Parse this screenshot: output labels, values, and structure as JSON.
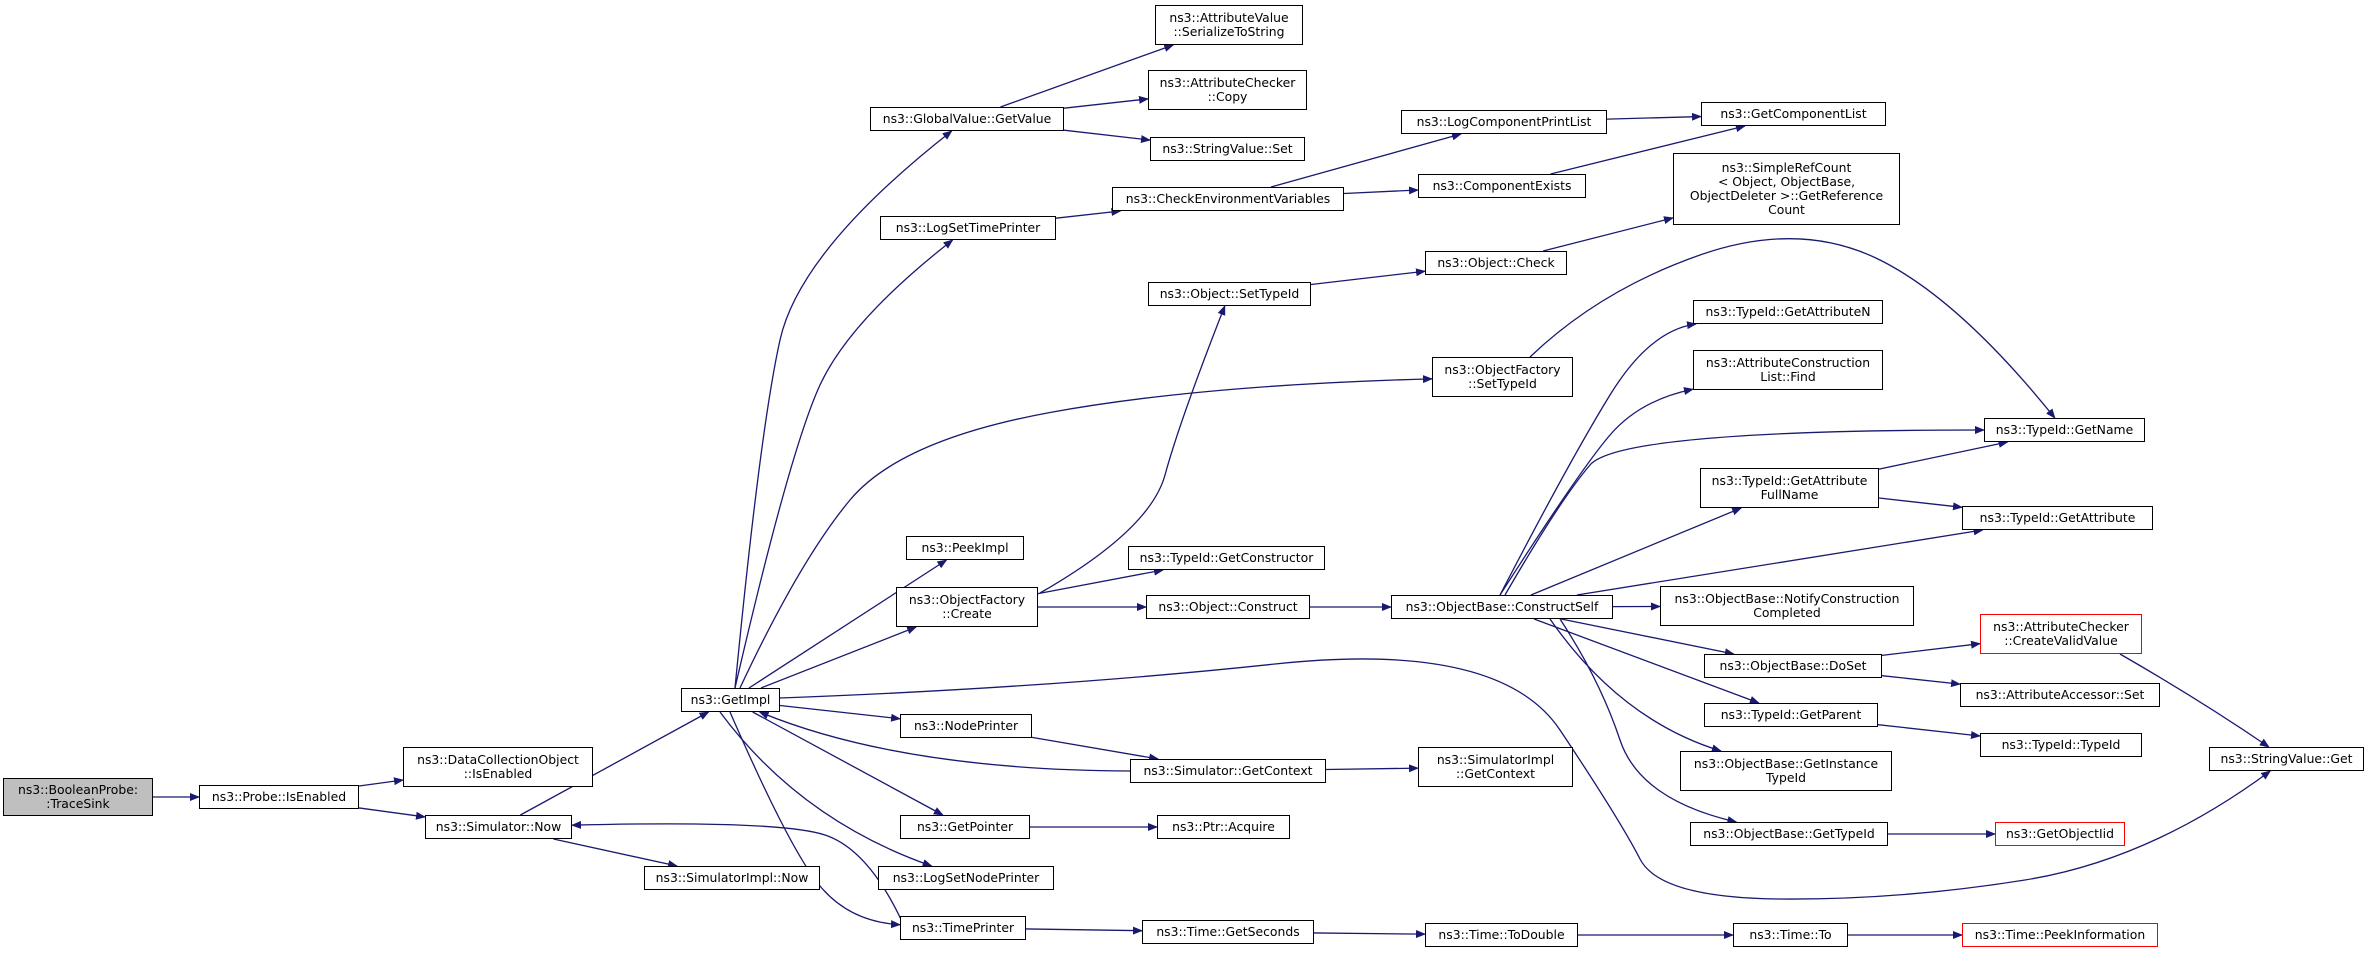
{
  "graph": {
    "nodes": [
      {
        "id": "root",
        "label": "ns3::BooleanProbe:\n:TraceSink",
        "kind": "root"
      },
      {
        "id": "probe_isenabled",
        "label": "ns3::Probe::IsEnabled"
      },
      {
        "id": "dco_isenabled",
        "label": "ns3::DataCollectionObject\n::IsEnabled"
      },
      {
        "id": "sim_now",
        "label": "ns3::Simulator::Now"
      },
      {
        "id": "simimpl_now",
        "label": "ns3::SimulatorImpl::Now"
      },
      {
        "id": "getimpl",
        "label": "ns3::GetImpl"
      },
      {
        "id": "gv_getvalue",
        "label": "ns3::GlobalValue::GetValue"
      },
      {
        "id": "av_serialize",
        "label": "ns3::AttributeValue\n::SerializeToString"
      },
      {
        "id": "ac_copy",
        "label": "ns3::AttributeChecker\n::Copy"
      },
      {
        "id": "sv_set",
        "label": "ns3::StringValue::Set"
      },
      {
        "id": "logsettimeprinter",
        "label": "ns3::LogSetTimePrinter"
      },
      {
        "id": "checkenv",
        "label": "ns3::CheckEnvironmentVariables"
      },
      {
        "id": "logcomplist",
        "label": "ns3::LogComponentPrintList"
      },
      {
        "id": "getcomplist",
        "label": "ns3::GetComponentList"
      },
      {
        "id": "compexists",
        "label": "ns3::ComponentExists"
      },
      {
        "id": "srefcount",
        "label": "ns3::SimpleRefCount\n< Object, ObjectBase,\n ObjectDeleter >::GetReference\nCount"
      },
      {
        "id": "obj_settypeid",
        "label": "ns3::Object::SetTypeId"
      },
      {
        "id": "obj_check",
        "label": "ns3::Object::Check"
      },
      {
        "id": "of_settypeid",
        "label": "ns3::ObjectFactory\n::SetTypeId"
      },
      {
        "id": "tid_getattrn",
        "label": "ns3::TypeId::GetAttributeN"
      },
      {
        "id": "acl_find",
        "label": "ns3::AttributeConstruction\nList::Find"
      },
      {
        "id": "tid_getname",
        "label": "ns3::TypeId::GetName"
      },
      {
        "id": "tid_getattrfull",
        "label": "ns3::TypeId::GetAttribute\nFullName"
      },
      {
        "id": "tid_getattr",
        "label": "ns3::TypeId::GetAttribute"
      },
      {
        "id": "peekimpl",
        "label": "ns3::PeekImpl"
      },
      {
        "id": "of_create",
        "label": "ns3::ObjectFactory\n::Create"
      },
      {
        "id": "tid_getctor",
        "label": "ns3::TypeId::GetConstructor"
      },
      {
        "id": "obj_construct",
        "label": "ns3::Object::Construct"
      },
      {
        "id": "ob_constructself",
        "label": "ns3::ObjectBase::ConstructSelf"
      },
      {
        "id": "ob_notify",
        "label": "ns3::ObjectBase::NotifyConstruction\nCompleted"
      },
      {
        "id": "ac_createvalid",
        "label": "ns3::AttributeChecker\n::CreateValidValue",
        "kind": "red"
      },
      {
        "id": "ob_doset",
        "label": "ns3::ObjectBase::DoSet"
      },
      {
        "id": "aa_set",
        "label": "ns3::AttributeAccessor::Set"
      },
      {
        "id": "sv_get",
        "label": "ns3::StringValue::Get"
      },
      {
        "id": "nodeprinter",
        "label": "ns3::NodePrinter"
      },
      {
        "id": "tid_getparent",
        "label": "ns3::TypeId::GetParent"
      },
      {
        "id": "tid_typeid",
        "label": "ns3::TypeId::TypeId"
      },
      {
        "id": "sim_getcontext",
        "label": "ns3::Simulator::GetContext"
      },
      {
        "id": "simimpl_getcontext",
        "label": "ns3::SimulatorImpl\n::GetContext"
      },
      {
        "id": "ob_getinstance",
        "label": "ns3::ObjectBase::GetInstance\nTypeId"
      },
      {
        "id": "getpointer",
        "label": "ns3::GetPointer"
      },
      {
        "id": "ptr_acquire",
        "label": "ns3::Ptr::Acquire"
      },
      {
        "id": "ob_gettypeid",
        "label": "ns3::ObjectBase::GetTypeId"
      },
      {
        "id": "getobjectiid",
        "label": "ns3::GetObjectIid",
        "kind": "red"
      },
      {
        "id": "logsetnodeprinter",
        "label": "ns3::LogSetNodePrinter"
      },
      {
        "id": "timeprinter",
        "label": "ns3::TimePrinter"
      },
      {
        "id": "time_getseconds",
        "label": "ns3::Time::GetSeconds"
      },
      {
        "id": "time_todouble",
        "label": "ns3::Time::ToDouble"
      },
      {
        "id": "time_to",
        "label": "ns3::Time::To"
      },
      {
        "id": "time_peekinfo",
        "label": "ns3::Time::PeekInformation",
        "kind": "red"
      }
    ],
    "edges": [
      [
        "root",
        "probe_isenabled"
      ],
      [
        "probe_isenabled",
        "dco_isenabled"
      ],
      [
        "probe_isenabled",
        "sim_now"
      ],
      [
        "sim_now",
        "getimpl"
      ],
      [
        "sim_now",
        "simimpl_now"
      ],
      [
        "getimpl",
        "gv_getvalue"
      ],
      [
        "getimpl",
        "logsettimeprinter"
      ],
      [
        "getimpl",
        "of_settypeid"
      ],
      [
        "getimpl",
        "peekimpl"
      ],
      [
        "getimpl",
        "of_create"
      ],
      [
        "getimpl",
        "nodeprinter"
      ],
      [
        "getimpl",
        "getpointer"
      ],
      [
        "getimpl",
        "logsetnodeprinter"
      ],
      [
        "getimpl",
        "timeprinter"
      ],
      [
        "getimpl",
        "sv_get"
      ],
      [
        "gv_getvalue",
        "av_serialize"
      ],
      [
        "gv_getvalue",
        "ac_copy"
      ],
      [
        "gv_getvalue",
        "sv_set"
      ],
      [
        "logsettimeprinter",
        "checkenv"
      ],
      [
        "checkenv",
        "logcomplist"
      ],
      [
        "checkenv",
        "compexists"
      ],
      [
        "logcomplist",
        "getcomplist"
      ],
      [
        "compexists",
        "getcomplist"
      ],
      [
        "obj_settypeid",
        "obj_check"
      ],
      [
        "obj_check",
        "srefcount"
      ],
      [
        "of_settypeid",
        "tid_getname"
      ],
      [
        "of_create",
        "obj_settypeid"
      ],
      [
        "of_create",
        "tid_getctor"
      ],
      [
        "of_create",
        "obj_construct"
      ],
      [
        "obj_construct",
        "ob_constructself"
      ],
      [
        "ob_constructself",
        "tid_getattrn"
      ],
      [
        "ob_constructself",
        "acl_find"
      ],
      [
        "ob_constructself",
        "tid_getname"
      ],
      [
        "ob_constructself",
        "tid_getattrfull"
      ],
      [
        "ob_constructself",
        "tid_getattr"
      ],
      [
        "ob_constructself",
        "ob_notify"
      ],
      [
        "ob_constructself",
        "ob_doset"
      ],
      [
        "ob_constructself",
        "tid_getparent"
      ],
      [
        "ob_constructself",
        "ob_getinstance"
      ],
      [
        "ob_constructself",
        "ob_gettypeid"
      ],
      [
        "tid_getattrfull",
        "tid_getname"
      ],
      [
        "tid_getattrfull",
        "tid_getattr"
      ],
      [
        "ob_doset",
        "ac_createvalid"
      ],
      [
        "ob_doset",
        "aa_set"
      ],
      [
        "ac_createvalid",
        "sv_get"
      ],
      [
        "tid_getparent",
        "tid_typeid"
      ],
      [
        "ob_gettypeid",
        "getobjectiid"
      ],
      [
        "nodeprinter",
        "sim_getcontext"
      ],
      [
        "sim_getcontext",
        "getimpl"
      ],
      [
        "sim_getcontext",
        "simimpl_getcontext"
      ],
      [
        "getpointer",
        "ptr_acquire"
      ],
      [
        "timeprinter",
        "sim_now"
      ],
      [
        "timeprinter",
        "time_getseconds"
      ],
      [
        "time_getseconds",
        "time_todouble"
      ],
      [
        "time_todouble",
        "time_to"
      ],
      [
        "time_to",
        "time_peekinfo"
      ]
    ]
  }
}
